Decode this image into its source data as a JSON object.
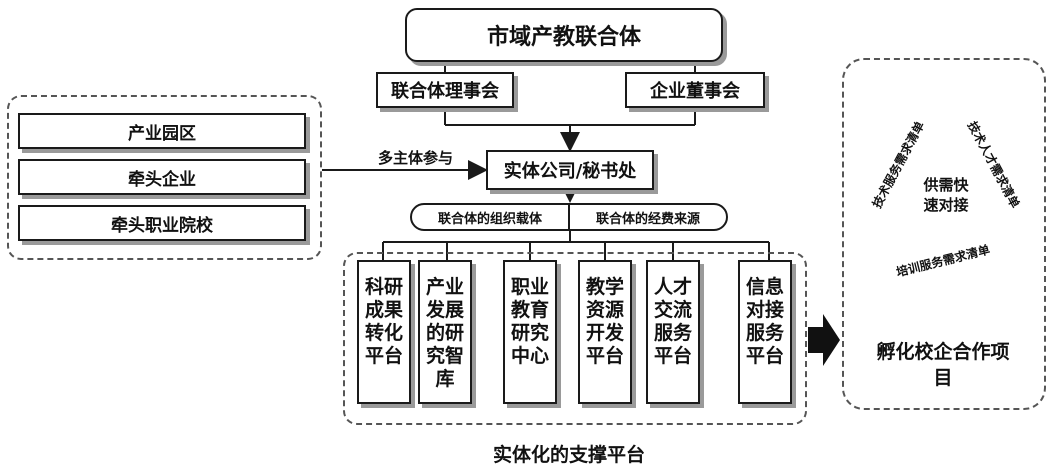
{
  "top": {
    "title": "市域产教联合体"
  },
  "governance": {
    "council": "联合体理事会",
    "board": "企业董事会"
  },
  "participants": {
    "items": [
      "产业园区",
      "牵头企业",
      "牵头职业院校"
    ],
    "arrow_label": "多主体参与"
  },
  "company": {
    "label": "实体公司/秘书处"
  },
  "carrier": {
    "left": "联合体的组织载体",
    "right": "联合体的经费来源"
  },
  "platforms": {
    "items": [
      "科研成果转化平台",
      "产业发展的研究智库",
      "职业教育研究中心",
      "教学资源开发平台",
      "人才交流服务平台",
      "信息对接服务平台"
    ],
    "caption": "实体化的支撑平台"
  },
  "incubation": {
    "center": "供需快速对接",
    "list_left": "技术服务需求清单",
    "list_right": "技术人才需求清单",
    "list_bottom": "培训服务需求清单",
    "title": "孵化校企合作项目"
  }
}
